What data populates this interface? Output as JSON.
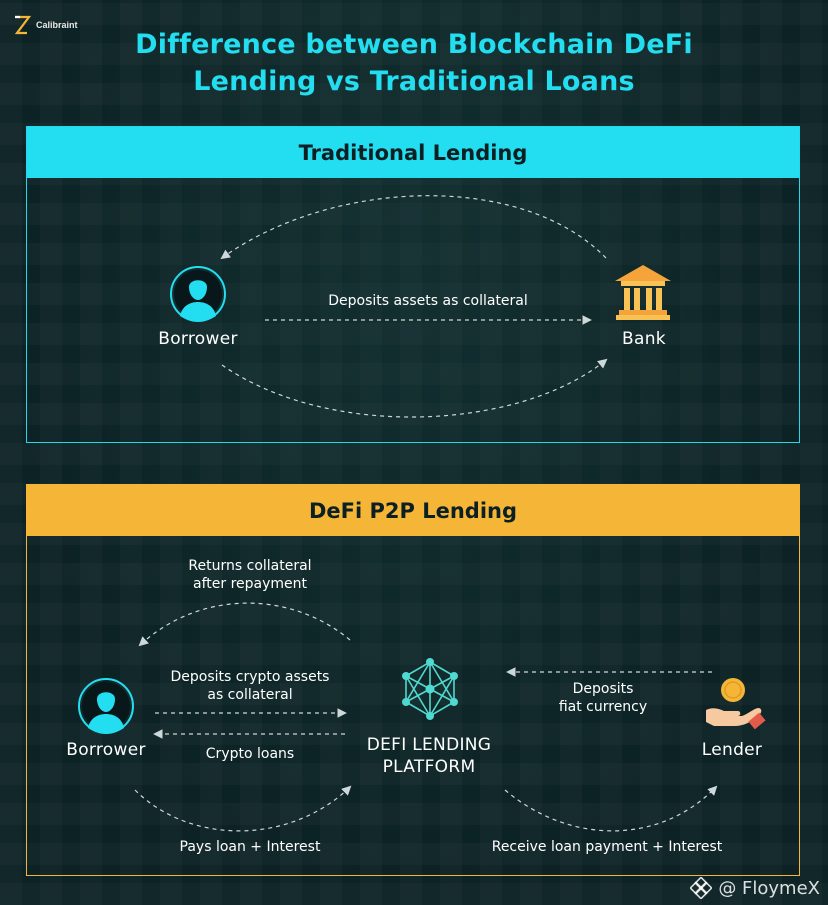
{
  "brand": {
    "name": "Calibraint"
  },
  "title": {
    "line1": "Difference between Blockchain DeFi",
    "line2": "Lending vs Traditional Loans"
  },
  "traditional": {
    "header": "Traditional Lending",
    "nodes": {
      "borrower": "Borrower",
      "bank": "Bank"
    },
    "edges": {
      "collateral": "Deposits assets as collateral"
    }
  },
  "defi": {
    "header": "DeFi P2P Lending",
    "nodes": {
      "borrower": "Borrower",
      "platform_line1": "DEFI LENDING",
      "platform_line2": "PLATFORM",
      "lender": "Lender"
    },
    "edges": {
      "returns_line1": "Returns collateral",
      "returns_line2": "after repayment",
      "deposits_crypto_line1": "Deposits crypto assets",
      "deposits_crypto_line2": "as collateral",
      "crypto_loans": "Crypto loans",
      "deposits_fiat_line1": "Deposits",
      "deposits_fiat_line2": "fiat currency",
      "pays": "Pays loan + Interest",
      "receive": "Receive loan payment + Interest"
    }
  },
  "watermark": {
    "text": "@ FloymeX"
  },
  "colors": {
    "background": "#0c2224",
    "cyan": "#22def0",
    "gold": "#f5b637",
    "bank_orange": "#f4a43a",
    "dashed_line": "#cfd8d8"
  },
  "icons": {
    "borrower": "person-icon",
    "bank": "bank-icon",
    "platform": "network-icon",
    "lender": "coin-hand-icon"
  }
}
